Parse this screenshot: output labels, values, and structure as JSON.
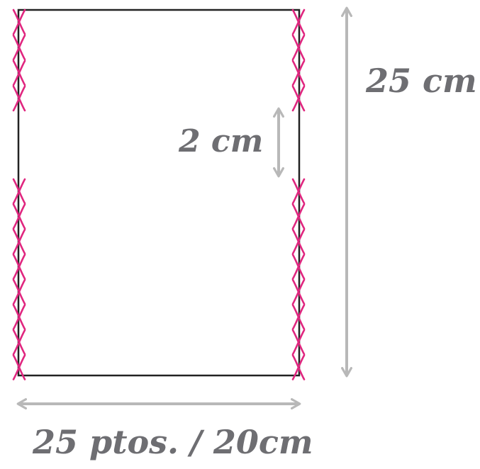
{
  "labels": {
    "height": "25 cm",
    "gap": "2 cm",
    "width": "25 ptos. / 20cm"
  },
  "stitches": {
    "left_top_count": 4,
    "left_bottom_count": 8,
    "right_top_count": 4,
    "right_bottom_count": 8
  },
  "colors": {
    "stitch": "#e0267f",
    "outline": "#222222",
    "arrow": "#b8b8b8",
    "text": "#6e6e72"
  }
}
